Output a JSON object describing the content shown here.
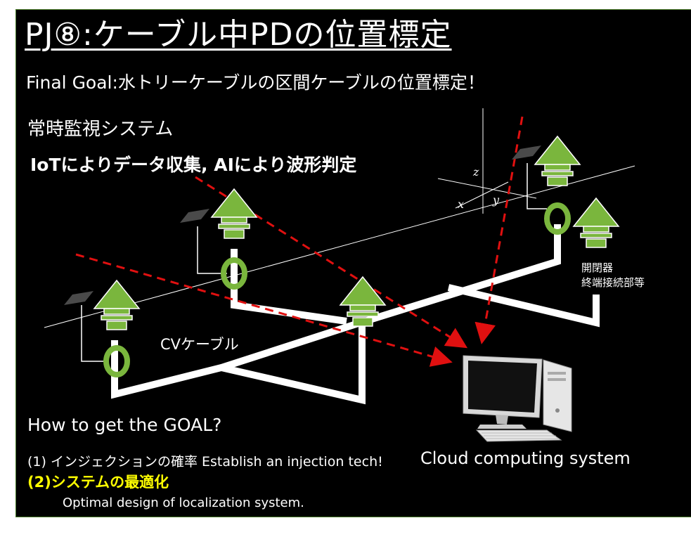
{
  "slide": {
    "title": "PJ⑧:ケーブル中PDの位置標定",
    "final_goal": "Final Goal:水トリーケーブルの区間ケーブルの位置標定！",
    "monitoring": "常時監視システム",
    "iot_ai": "IoTによりデータ収集, AIにより波形判定",
    "cable_label": "CVケーブル",
    "switchgear_line1": "開閉器",
    "switchgear_line2": "終端接続部等",
    "cloud_label": "Cloud computing system",
    "how_to": "How to get the GOAL?",
    "step1": "(1) インジェクションの確率 Establish an injection tech!",
    "step2": "(2)システムの最適化",
    "step2_sub": "Optimal design of localization system.",
    "axis_labels": {
      "x": "x",
      "y": "y",
      "z": "z"
    }
  },
  "colors": {
    "background": "#000000",
    "border": "#4a7d2a",
    "sensor_green": "#7ab63d",
    "dashed_arrow": "#e01010",
    "step2_text": "#ffff00"
  }
}
